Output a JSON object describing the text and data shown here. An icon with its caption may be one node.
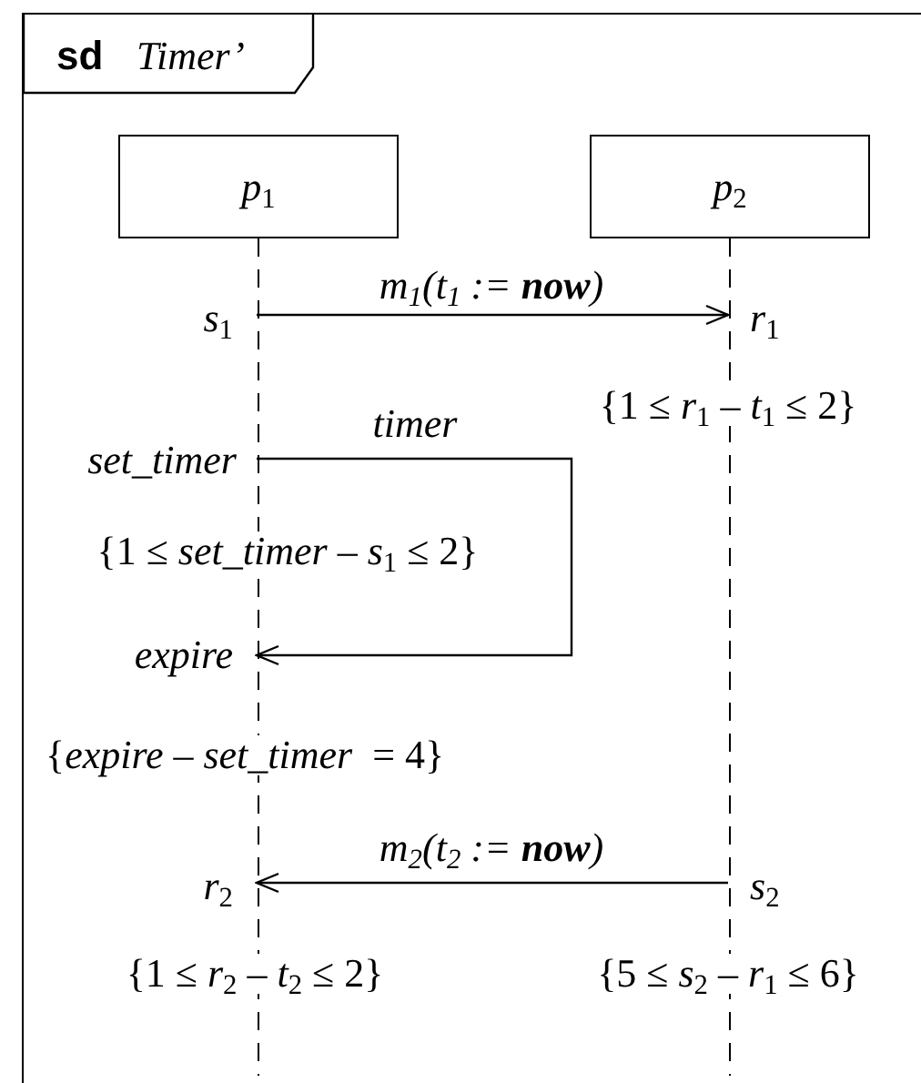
{
  "diagram": {
    "nodes": [
      {
        "text": [
          "sd",
          "Timer’"
        ]
      },
      {
        "text": [
          "*p*$_{1}$"
        ],
        "in": 0
      },
      {
        "text": [
          "*p*$_{2}$"
        ],
        "in": 0
      }
    ],
    "edges": [
      {
        "from": 1,
        "to": 2,
        "arrow": "to",
        "label": "*m*$_{1}$(*t*$_{1}$ := **now**)"
      },
      {
        "from": 1,
        "to": 1,
        "arrow": "to",
        "label": "timer"
      },
      {
        "from": 2,
        "to": 1,
        "arrow": "to",
        "label": "*m*$_{2}$(*t*$_{2}$ := **now**)"
      }
    ],
    "labels": [
      "*s*$_{1}$",
      "*r*$_{1}$",
      "{1 ≤ *r*$_{1}$ – *t*$_{1}$ ≤ 2}",
      "*set_timer*",
      "{1 ≤ *set_timer* – *s*$_{1}$ ≤ 2}",
      "*expire*",
      "{*expire* – *set_timer*  = 4}",
      "*r*$_{2}$",
      "*s*$_{2}$",
      "{1 ≤ *r*$_{2}$ – *t*$_{2}$ ≤ 2}",
      "{5 ≤ *s*$_{2}$ – *r*$_{1}$ ≤ 6}"
    ]
  }
}
